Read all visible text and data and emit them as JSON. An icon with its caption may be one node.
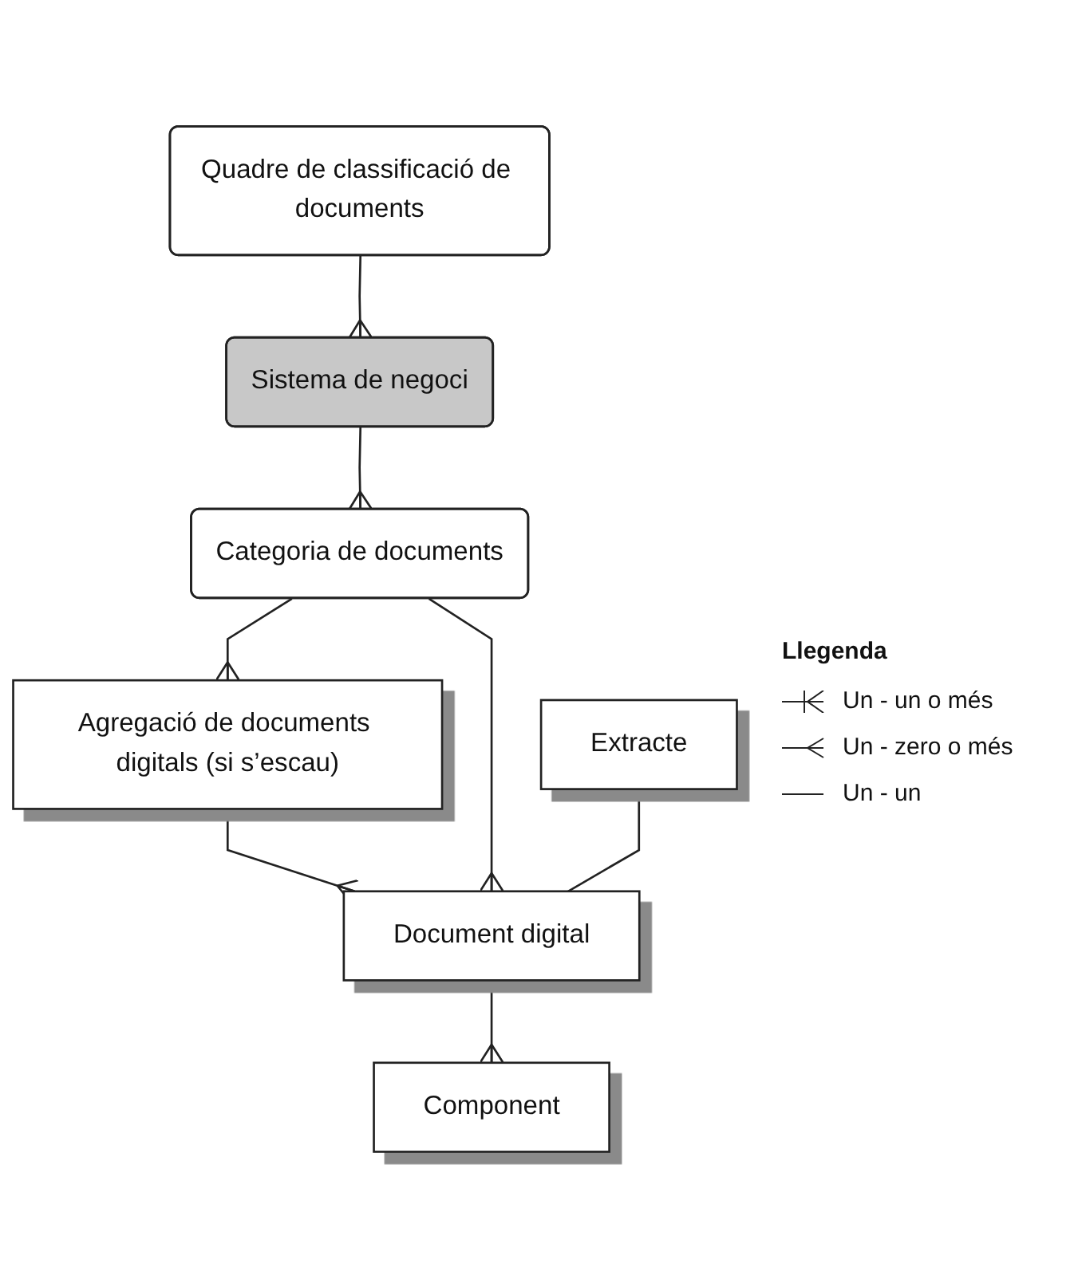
{
  "diagram": {
    "nodes": [
      {
        "text": [
          "Quadre de classificació de documents"
        ]
      },
      {
        "text": [
          "Sistema de negoci"
        ]
      },
      {
        "text": [
          "Categoria de documents"
        ]
      },
      {
        "text": [
          "Agregació de documents digitals (si s’escau)"
        ]
      },
      {
        "text": [
          "Extracte"
        ]
      },
      {
        "text": [
          "Document digital"
        ]
      },
      {
        "text": [
          "Component"
        ]
      }
    ],
    "edges": [
      {
        "from": 0,
        "to": 1,
        "arrow": "other"
      },
      {
        "from": 1,
        "to": 2,
        "arrow": "other"
      },
      {
        "from": 2,
        "to": 3,
        "arrow": "other"
      },
      {
        "from": 3,
        "to": 5,
        "arrow": "other"
      },
      {
        "from": 2,
        "to": 5,
        "arrow": "other"
      },
      {
        "from": 4,
        "to": 5,
        "arrow": "none"
      },
      {
        "from": 5,
        "to": 6,
        "arrow": "other"
      }
    ],
    "labels": [
      "Llegenda"
    ],
    "legend": [
      {
        "text": "Un - un o més"
      },
      {
        "text": "Un - zero o més"
      },
      {
        "text": "Un - un"
      }
    ]
  }
}
